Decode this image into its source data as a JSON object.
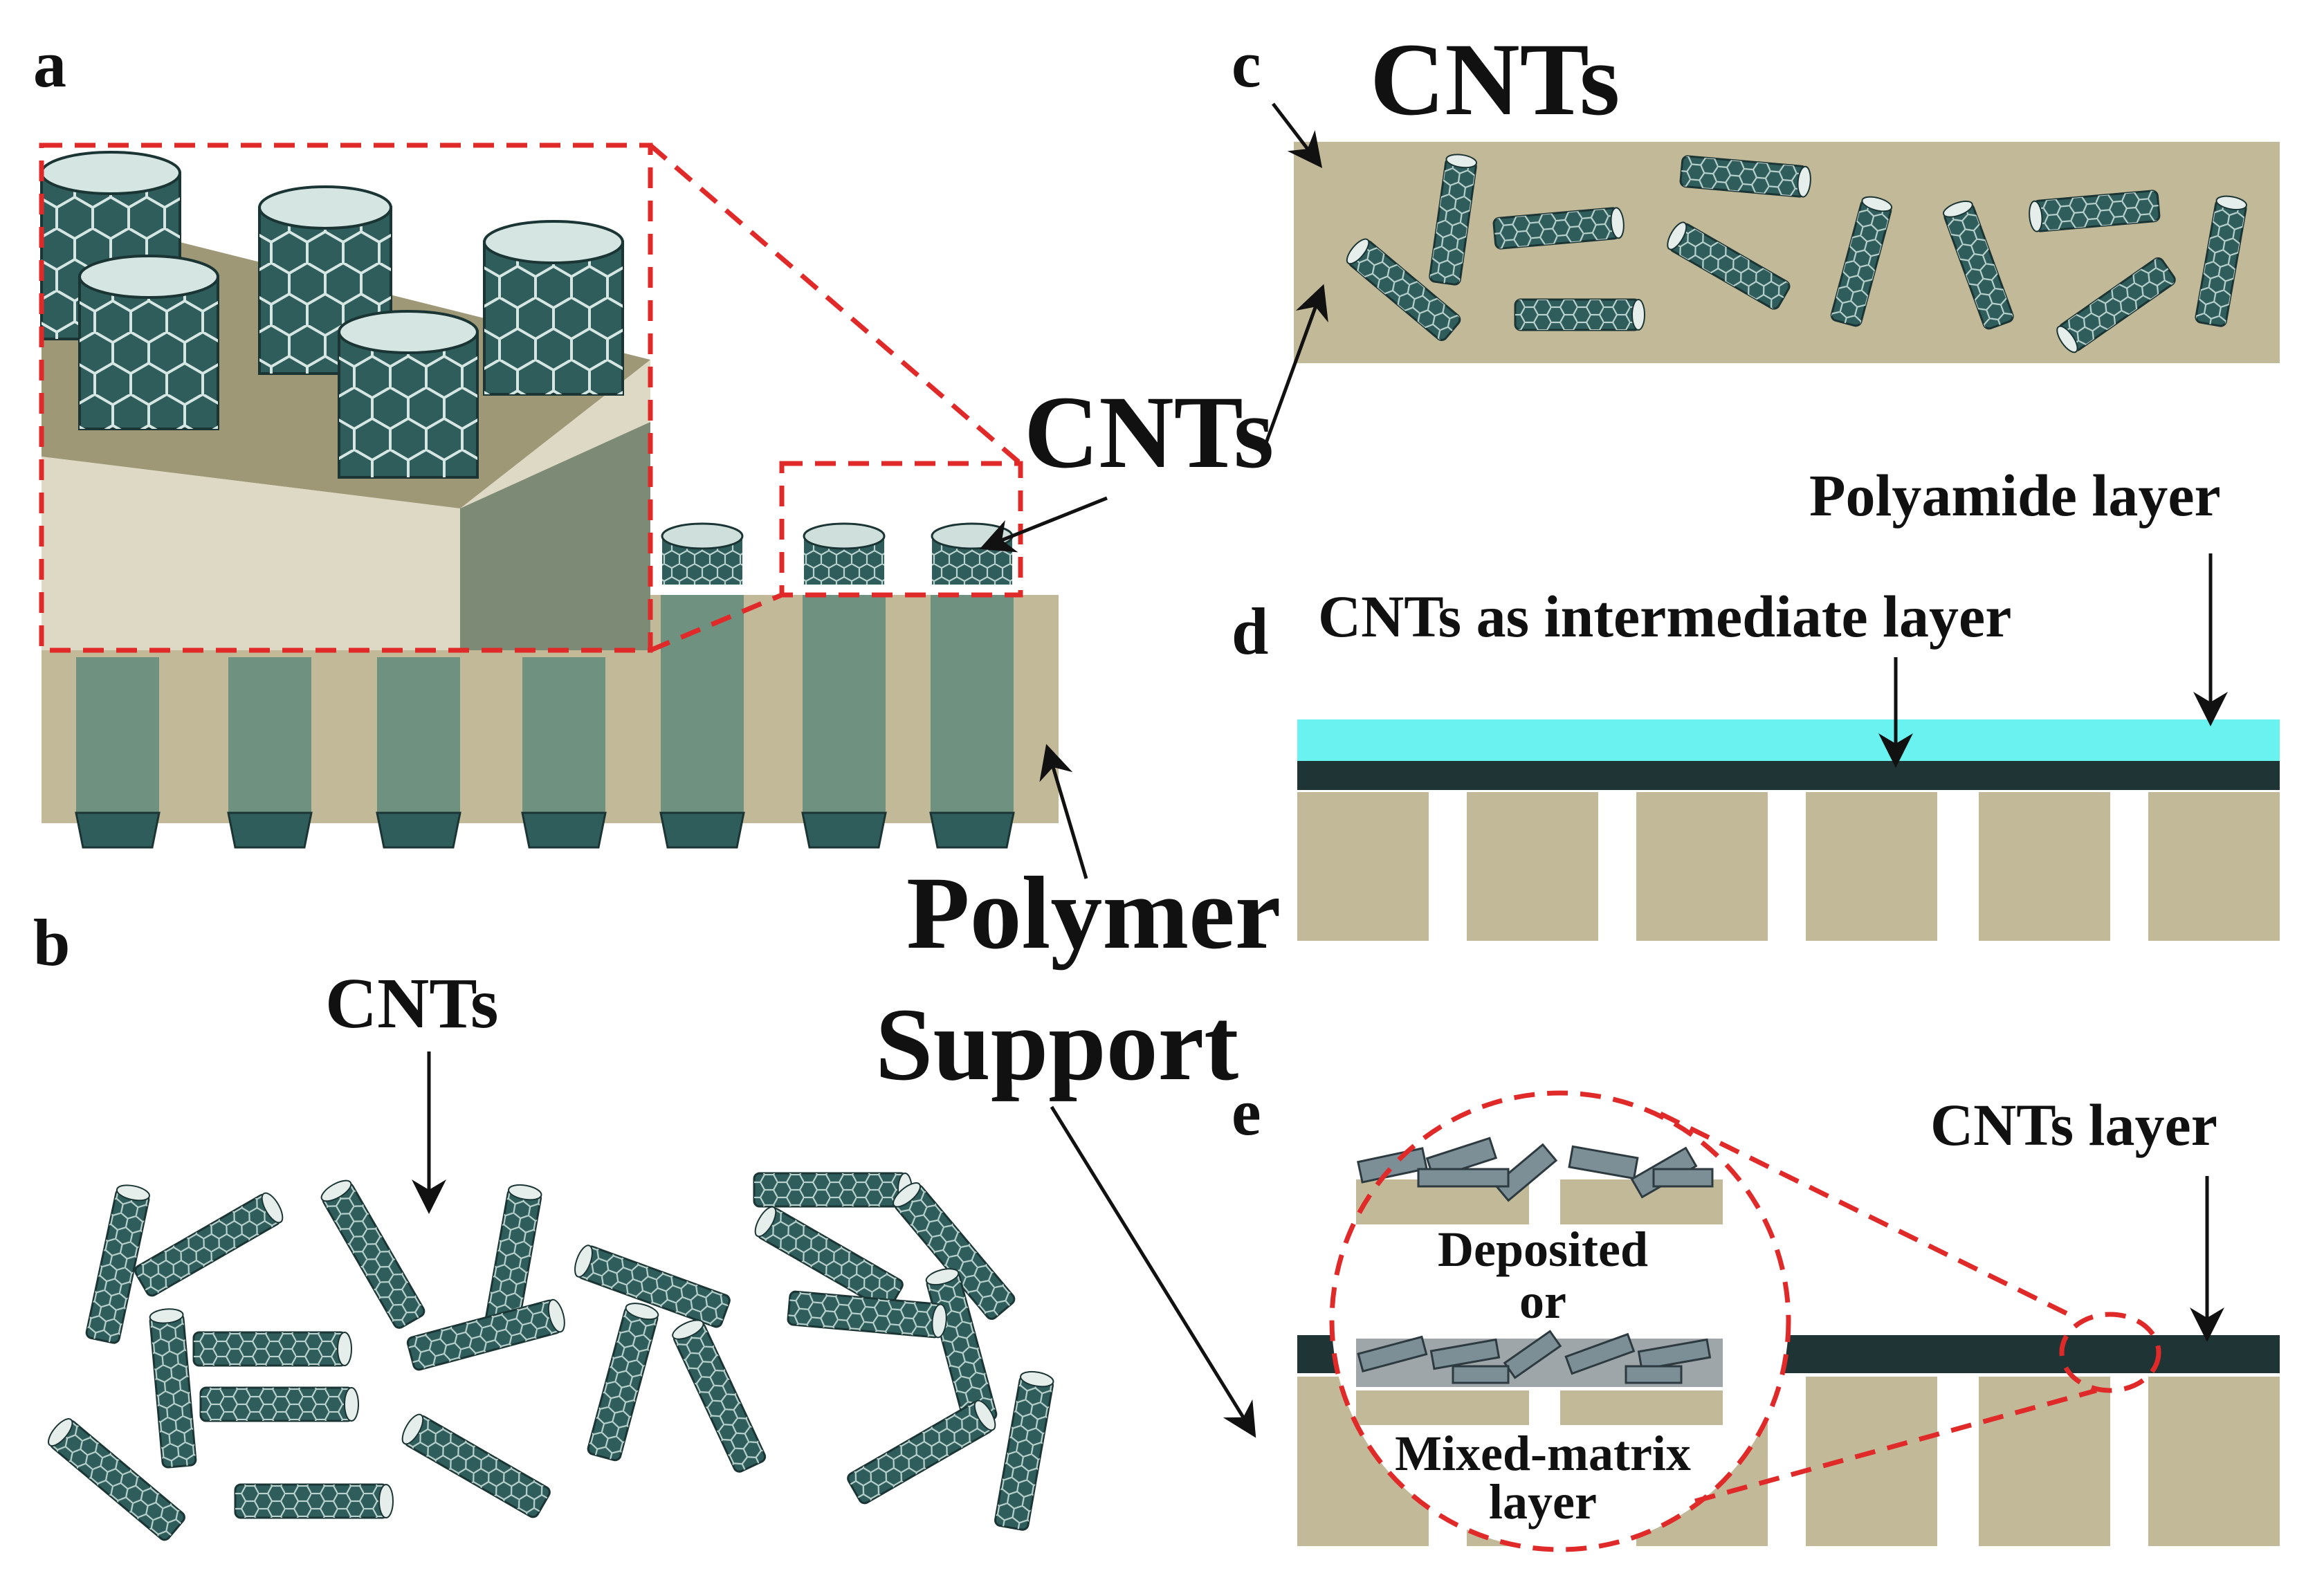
{
  "panels": {
    "a": {
      "letter": "a",
      "cnts_label": "CNTs",
      "polymer_label": "Polymer"
    },
    "b": {
      "letter": "b",
      "cnts_label": "CNTs",
      "support_label": "Support"
    },
    "c": {
      "letter": "c",
      "cnts_label": "CNTs"
    },
    "d": {
      "letter": "d",
      "intermediate_label": "CNTs as intermediate layer",
      "polyamide_label": "Polyamide layer"
    },
    "e": {
      "letter": "e",
      "cnts_layer_label": "CNTs layer",
      "deposited_label": "Deposited",
      "or_label": "or",
      "mixed_matrix_label_1": "Mixed-matrix",
      "mixed_matrix_label_2": "layer"
    }
  },
  "colors": {
    "polymer": "#c2b998",
    "polymer_light": "#ddd9c4",
    "polymer_shadow": "#7d8b76",
    "cnt": "#2f5d5c",
    "cnt_vertical": "#7a9b86",
    "polyamide": "#6af2f0",
    "dark_layer": "#1f3535",
    "callout": "#e02a2a"
  },
  "icons": {
    "cnt": "carbon-nanotube-icon",
    "arrow": "arrow-icon"
  }
}
